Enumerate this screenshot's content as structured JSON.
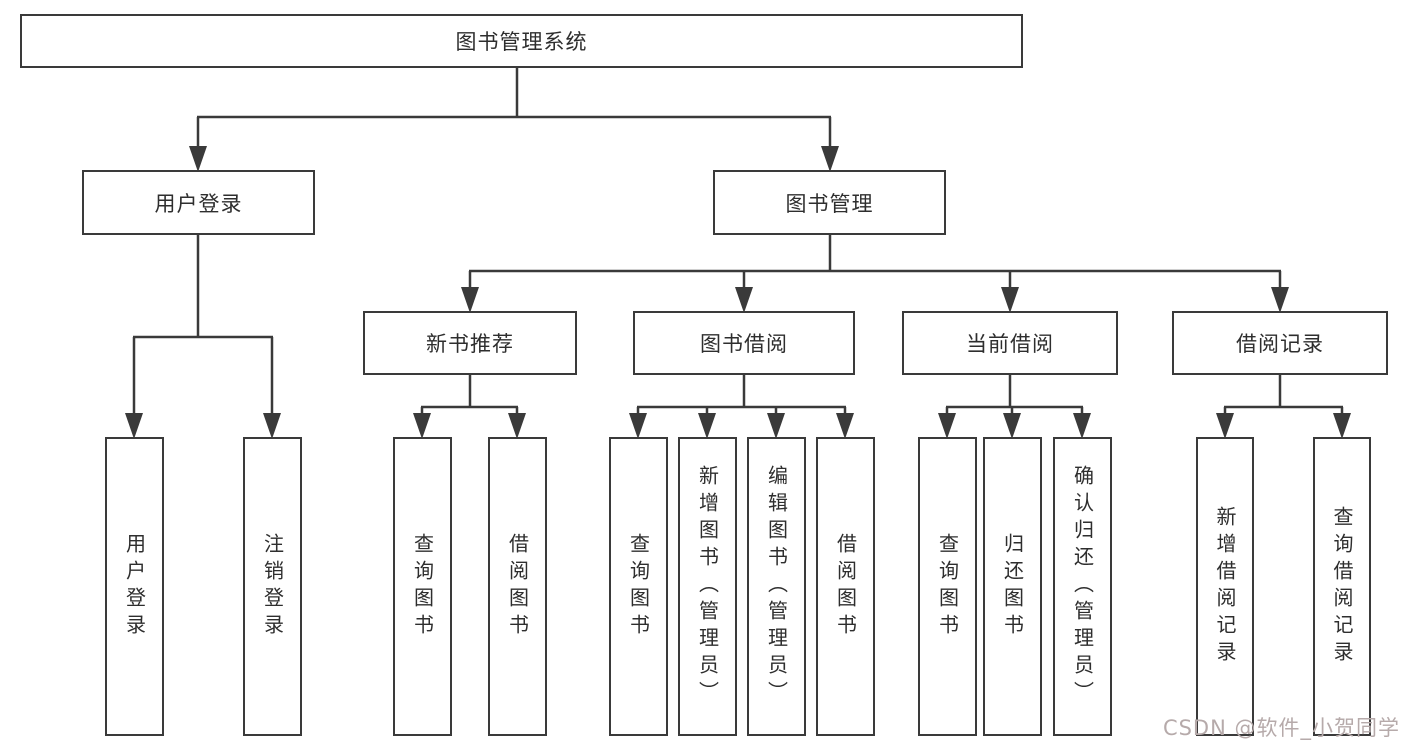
{
  "diagram": {
    "title_node": "图书管理系统",
    "colors": {
      "line": "#3a3a3a",
      "box_border": "#3a3a3a",
      "text": "#2e2e2e",
      "background": "#ffffff",
      "watermark": "#b6aaaa"
    },
    "nodes": {
      "root": {
        "label": "图书管理系统"
      },
      "level1": [
        {
          "label": "用户登录"
        },
        {
          "label": "图书管理"
        }
      ],
      "level2": [
        {
          "label": "新书推荐",
          "parent": "图书管理"
        },
        {
          "label": "图书借阅",
          "parent": "图书管理"
        },
        {
          "label": "当前借阅",
          "parent": "图书管理"
        },
        {
          "label": "借阅记录",
          "parent": "图书管理"
        }
      ],
      "leaves": [
        {
          "label": "用户登录",
          "parent": "用户登录"
        },
        {
          "label": "注销登录",
          "parent": "用户登录"
        },
        {
          "label": "查询图书",
          "parent": "新书推荐"
        },
        {
          "label": "借阅图书",
          "parent": "新书推荐"
        },
        {
          "label": "查询图书",
          "parent": "图书借阅"
        },
        {
          "label": "新增图书（管理员）",
          "parent": "图书借阅"
        },
        {
          "label": "编辑图书（管理员）",
          "parent": "图书借阅"
        },
        {
          "label": "借阅图书",
          "parent": "图书借阅"
        },
        {
          "label": "查询图书",
          "parent": "当前借阅"
        },
        {
          "label": "归还图书",
          "parent": "当前借阅"
        },
        {
          "label": "确认归还（管理员）",
          "parent": "当前借阅"
        },
        {
          "label": "新增借阅记录",
          "parent": "借阅记录"
        },
        {
          "label": "查询借阅记录",
          "parent": "借阅记录"
        }
      ]
    }
  },
  "watermark": {
    "text": "CSDN @软件_小贺同学"
  }
}
